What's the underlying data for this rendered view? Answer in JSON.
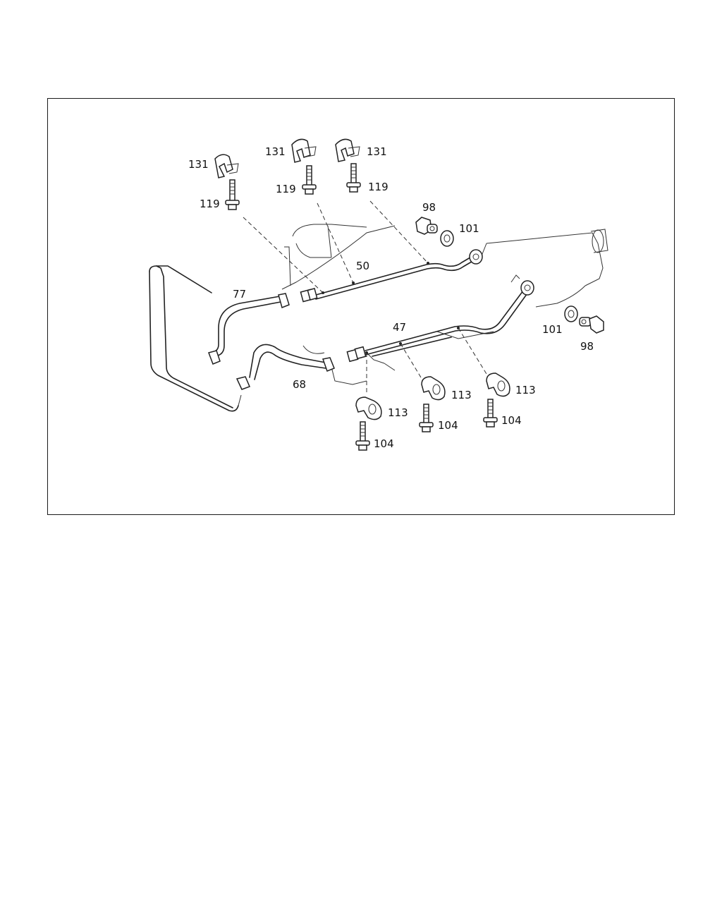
{
  "diagram": {
    "callouts": {
      "c131_left": "131",
      "c131_mid": "131",
      "c131_right": "131",
      "c119_left": "119",
      "c119_mid": "119",
      "c119_right": "119",
      "c98_top": "98",
      "c101_top": "101",
      "c50": "50",
      "c77": "77",
      "c47": "47",
      "c101_bottom": "101",
      "c98_bottom": "98",
      "c68": "68",
      "c113_a": "113",
      "c113_b": "113",
      "c113_c": "113",
      "c104_a": "104",
      "c104_b": "104",
      "c104_c": "104"
    }
  }
}
